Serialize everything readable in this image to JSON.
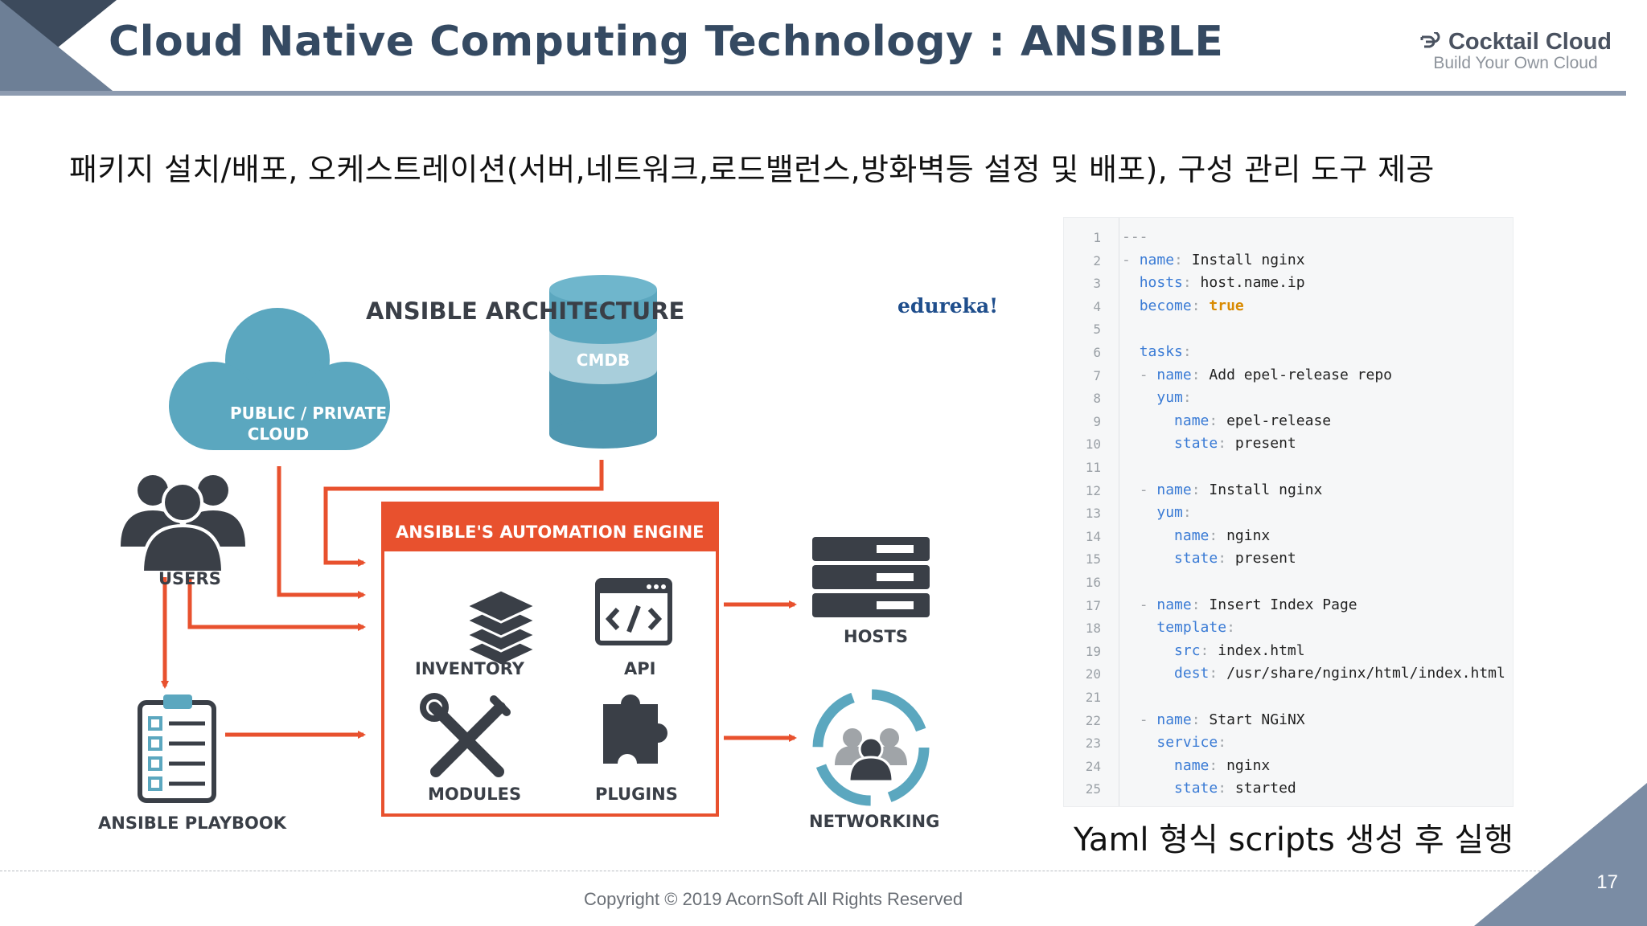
{
  "header": {
    "title": "Cloud Native Computing Technology : ANSIBLE",
    "brand_name": "Cocktail Cloud",
    "brand_tagline": "Build Your Own Cloud"
  },
  "subtitle": "패키지 설치/배포, 오케스트레이션(서버,네트워크,로드밸런스,방화벽등 설정 및 배포), 구성 관리 도구 제공",
  "diagram": {
    "heading": "ANSIBLE ARCHITECTURE",
    "watermark": "edureka!",
    "cloud_label_1": "PUBLIC / PRIVATE",
    "cloud_label_2": "CLOUD",
    "cmdb_label": "CMDB",
    "users_label": "USERS",
    "playbook_label": "ANSIBLE PLAYBOOK",
    "engine_title": "ANSIBLE'S AUTOMATION ENGINE",
    "inventory_label": "INVENTORY",
    "api_label": "API",
    "modules_label": "MODULES",
    "plugins_label": "PLUGINS",
    "hosts_label": "HOSTS",
    "networking_label": "NETWORKING",
    "colors": {
      "accent": "#e8512e",
      "cloud": "#5ba7bf",
      "dark": "#3a3f47"
    }
  },
  "code": {
    "line_numbers": [
      "1",
      "2",
      "3",
      "4",
      "5",
      "6",
      "7",
      "8",
      "9",
      "10",
      "11",
      "12",
      "13",
      "14",
      "15",
      "16",
      "17",
      "18",
      "19",
      "20",
      "21",
      "22",
      "23",
      "24",
      "25"
    ],
    "l1_doc": "---",
    "l2_dash": "- ",
    "l2_key": "name",
    "l2_val": " Install nginx",
    "l3_key": "hosts",
    "l3_val": " host.name.ip",
    "l4_key": "become",
    "l4_val": " true",
    "l6_key": "tasks",
    "l7_dash": "- ",
    "l7_key": "name",
    "l7_val": " Add epel-release repo",
    "l8_key": "yum",
    "l9_key": "name",
    "l9_val": " epel-release",
    "l10_key": "state",
    "l10_val": " present",
    "l12_dash": "- ",
    "l12_key": "name",
    "l12_val": " Install nginx",
    "l13_key": "yum",
    "l14_key": "name",
    "l14_val": " nginx",
    "l15_key": "state",
    "l15_val": " present",
    "l17_dash": "- ",
    "l17_key": "name",
    "l17_val": " Insert Index Page",
    "l18_key": "template",
    "l19_key": "src",
    "l19_val": " index.html",
    "l20_key": "dest",
    "l20_val": " /usr/share/nginx/html/index.html",
    "l22_dash": "- ",
    "l22_key": "name",
    "l22_val": " Start NGiNX",
    "l23_key": "service",
    "l24_key": "name",
    "l24_val": " nginx",
    "l25_key": "state",
    "l25_val": " started"
  },
  "caption": "Yaml 형식 scripts 생성 후 실행",
  "footer": {
    "copyright": "Copyright © 2019 AcornSoft All Rights Reserved",
    "page_number": "17"
  }
}
